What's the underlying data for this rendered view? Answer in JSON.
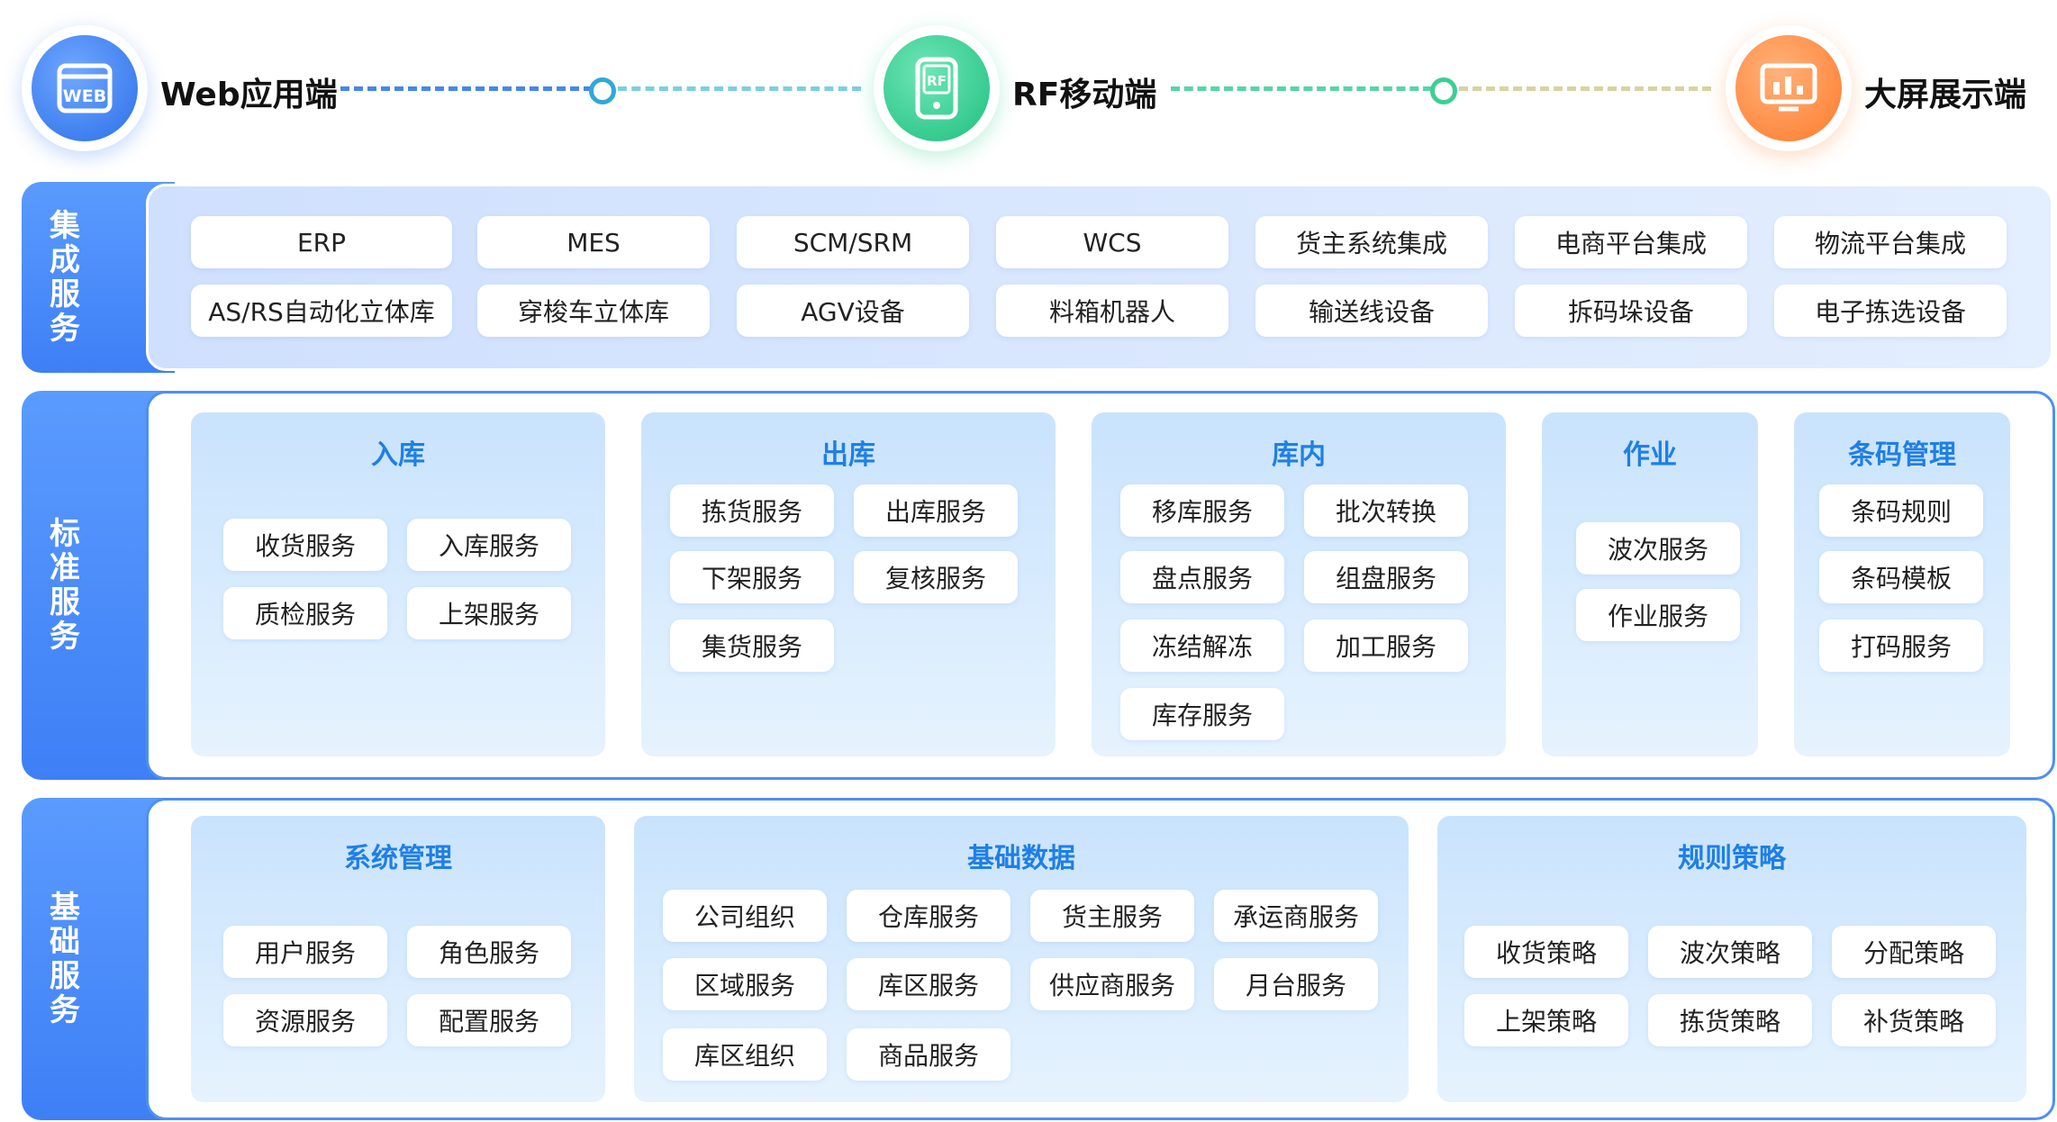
{
  "channels": [
    {
      "label": "Web应用端",
      "icon": "web-browser-icon",
      "icon_text": "WEB",
      "color": "#3b7ff3"
    },
    {
      "label": "RF移动端",
      "icon": "rf-handheld-icon",
      "icon_text": "RF",
      "color": "#2ecf8e"
    },
    {
      "label": "大屏展示端",
      "icon": "large-screen-icon",
      "icon_text": "",
      "color": "#ff8a3d"
    }
  ],
  "integration": {
    "title": "集成服务",
    "row1": [
      "ERP",
      "MES",
      "SCM/SRM",
      "WCS",
      "货主系统集成",
      "电商平台集成",
      "物流平台集成"
    ],
    "row2": [
      "AS/RS自动化立体库",
      "穿梭车立体库",
      "AGV设备",
      "料箱机器人",
      "输送线设备",
      "拆码垛设备",
      "电子拣选设备"
    ]
  },
  "standard": {
    "title": "标准服务",
    "modules": [
      {
        "title": "入库",
        "items": [
          "收货服务",
          "入库服务",
          "质检服务",
          "上架服务"
        ]
      },
      {
        "title": "出库",
        "items": [
          "拣货服务",
          "出库服务",
          "下架服务",
          "复核服务",
          "集货服务"
        ]
      },
      {
        "title": "库内",
        "items": [
          "移库服务",
          "批次转换",
          "盘点服务",
          "组盘服务",
          "冻结解冻",
          "加工服务",
          "库存服务"
        ]
      },
      {
        "title": "作业",
        "items": [
          "波次服务",
          "作业服务"
        ]
      },
      {
        "title": "条码管理",
        "items": [
          "条码规则",
          "条码模板",
          "打码服务"
        ]
      }
    ]
  },
  "basic": {
    "title": "基础服务",
    "modules": [
      {
        "title": "系统管理",
        "items": [
          "用户服务",
          "角色服务",
          "资源服务",
          "配置服务"
        ]
      },
      {
        "title": "基础数据",
        "items": [
          "公司组织",
          "仓库服务",
          "货主服务",
          "承运商服务",
          "区域服务",
          "库区服务",
          "供应商服务",
          "月台服务",
          "库区组织",
          "商品服务"
        ]
      },
      {
        "title": "规则策略",
        "items": [
          "收货策略",
          "波次策略",
          "分配策略",
          "上架策略",
          "拣货策略",
          "补货策略"
        ]
      }
    ]
  }
}
